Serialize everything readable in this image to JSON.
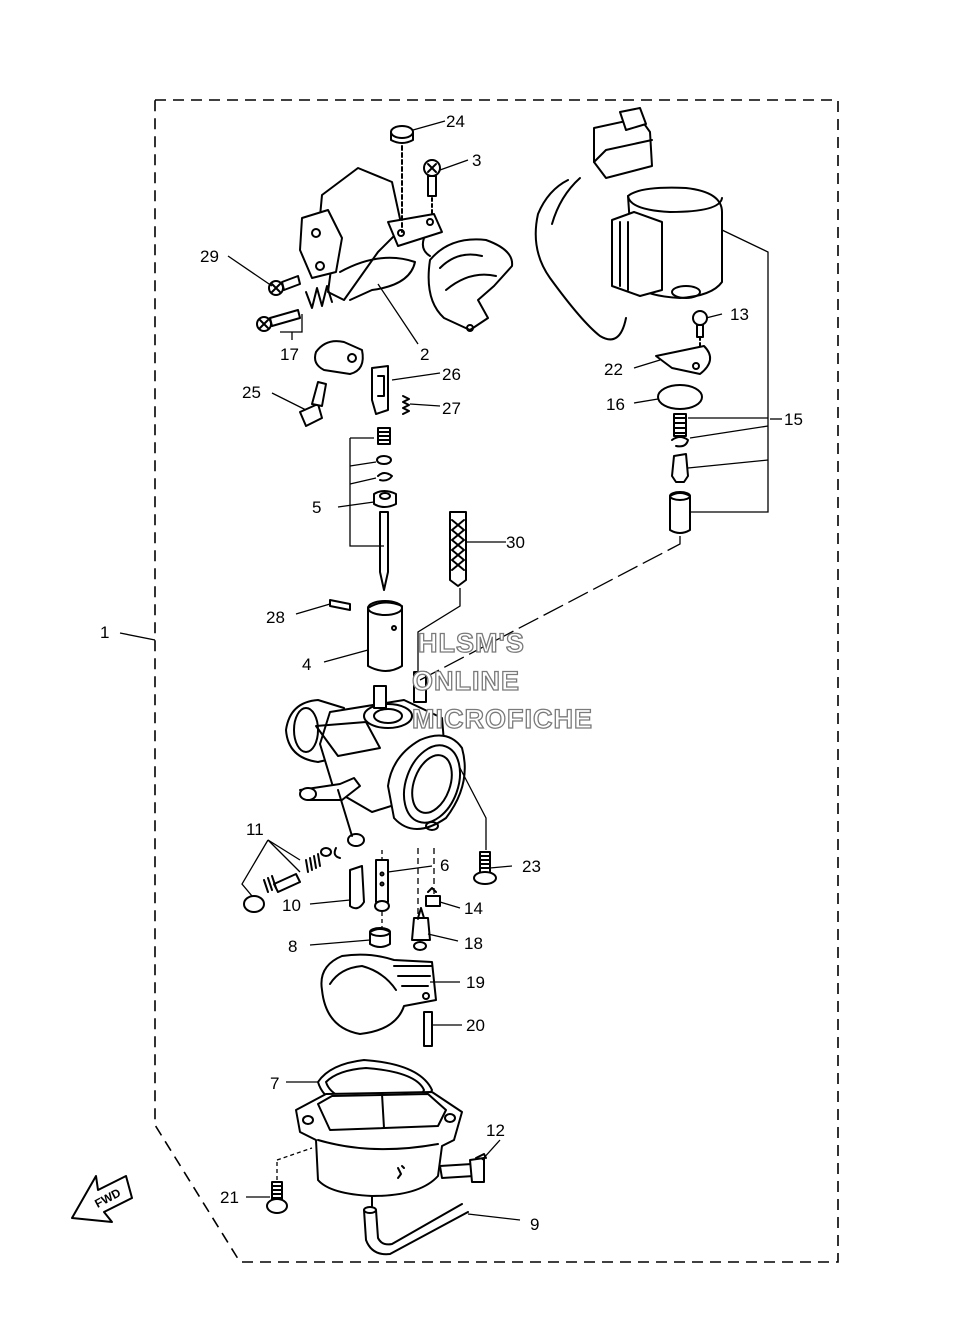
{
  "watermark": {
    "line1": "HLSM'S",
    "line2": "ONLINE",
    "line3": "MICROFICHE"
  },
  "direction_marker": "FWD",
  "callouts": [
    {
      "id": "c1",
      "number": "1"
    },
    {
      "id": "c2",
      "number": "2"
    },
    {
      "id": "c3",
      "number": "3"
    },
    {
      "id": "c4",
      "number": "4"
    },
    {
      "id": "c5",
      "number": "5"
    },
    {
      "id": "c6",
      "number": "6"
    },
    {
      "id": "c7",
      "number": "7"
    },
    {
      "id": "c8",
      "number": "8"
    },
    {
      "id": "c9",
      "number": "9"
    },
    {
      "id": "c10",
      "number": "10"
    },
    {
      "id": "c11",
      "number": "11"
    },
    {
      "id": "c12",
      "number": "12"
    },
    {
      "id": "c13",
      "number": "13"
    },
    {
      "id": "c14",
      "number": "14"
    },
    {
      "id": "c15",
      "number": "15"
    },
    {
      "id": "c16",
      "number": "16"
    },
    {
      "id": "c17",
      "number": "17"
    },
    {
      "id": "c18",
      "number": "18"
    },
    {
      "id": "c19",
      "number": "19"
    },
    {
      "id": "c20",
      "number": "20"
    },
    {
      "id": "c21",
      "number": "21"
    },
    {
      "id": "c22",
      "number": "22"
    },
    {
      "id": "c23",
      "number": "23"
    },
    {
      "id": "c24",
      "number": "24"
    },
    {
      "id": "c25",
      "number": "25"
    },
    {
      "id": "c26",
      "number": "26"
    },
    {
      "id": "c27",
      "number": "27"
    },
    {
      "id": "c28",
      "number": "28"
    },
    {
      "id": "c29",
      "number": "29"
    },
    {
      "id": "c30",
      "number": "30"
    }
  ]
}
